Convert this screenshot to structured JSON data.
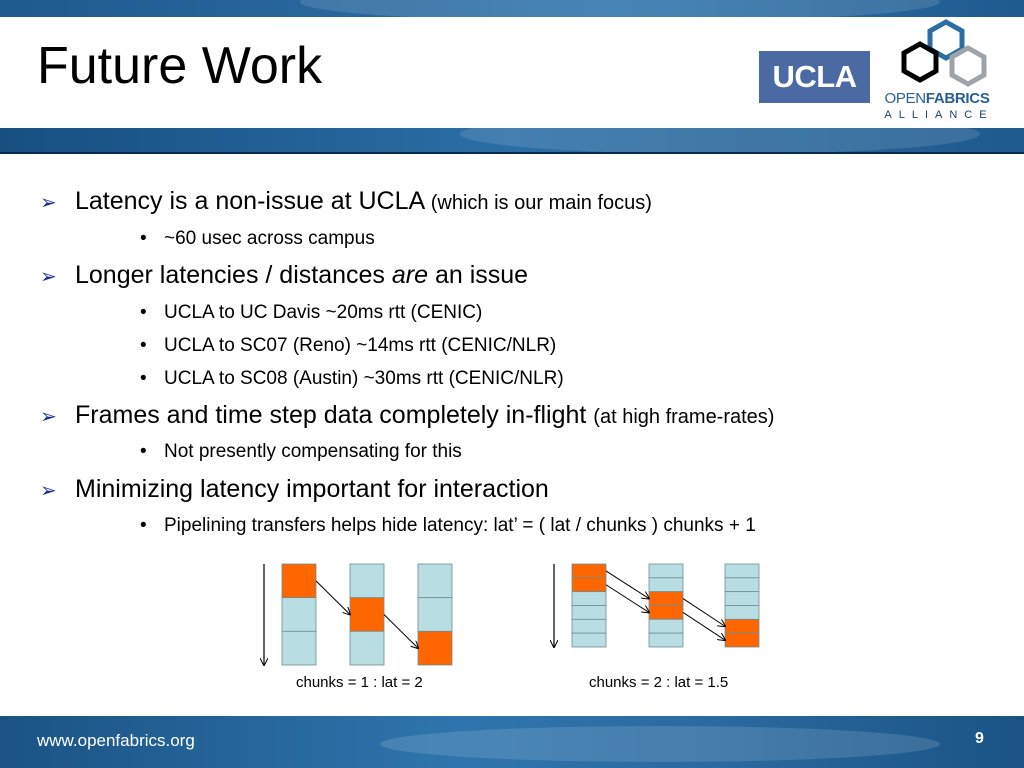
{
  "slide": {
    "title": "Future Work",
    "footer_url": "www.openfabrics.org",
    "page_number": "9"
  },
  "logos": {
    "ucla": "UCLA",
    "openfabrics_light": "OPEN",
    "openfabrics_bold": "FABRICS",
    "openfabrics_sub": "ALLIANCE"
  },
  "bullets": [
    {
      "text": "Latency is a non-issue at UCLA ",
      "note": "(which is our main focus)",
      "sub": [
        "~60 usec across campus"
      ]
    },
    {
      "text_before": "Longer latencies / distances ",
      "text_em": "are",
      "text_after": " an issue",
      "sub": [
        "UCLA to UC Davis ~20ms rtt (CENIC)",
        "UCLA to SC07 (Reno) ~14ms rtt (CENIC/NLR)",
        "UCLA to SC08 (Austin) ~30ms rtt (CENIC/NLR)"
      ]
    },
    {
      "text": "Frames and time step data completely in-flight ",
      "note": "(at high frame-rates)",
      "sub": [
        "Not presently compensating for this"
      ]
    },
    {
      "text": "Minimizing latency important for interaction",
      "sub": [
        "Pipelining transfers helps hide latency: lat’ = ( lat / chunks ) chunks + 1"
      ]
    }
  ],
  "bullet_glyph": "➢",
  "sub_bullet_glyph": "•",
  "diagrams": [
    {
      "caption": "chunks = 1 : lat = 2",
      "chunks": 1,
      "lat": 2
    },
    {
      "caption": "chunks = 2 : lat = 1.5",
      "chunks": 2,
      "lat": 1.5
    }
  ],
  "colors": {
    "band_blue": "#2a6aa0",
    "ucla_blue": "#4b6aa4",
    "cell_light": "#b8dde3",
    "cell_active": "#ff6600",
    "bullet_arrow": "#1a2f8a"
  }
}
